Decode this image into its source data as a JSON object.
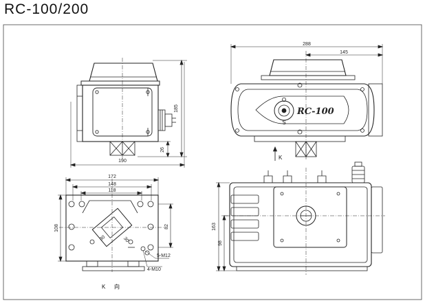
{
  "title": "RC-100/200",
  "front_view": {
    "width_dim": "190",
    "height_dim": "185",
    "base_dim": "26"
  },
  "side_view": {
    "total_dim": "288",
    "offset_dim": "145",
    "logo": "RC-100",
    "indicator_top": "O",
    "indicator_bottom": "S",
    "view_arrow": "K"
  },
  "bottom_view": {
    "dim_172": "172",
    "dim_148": "148",
    "dim_118": "118",
    "dim_108": "108",
    "dim_82": "82",
    "dim_30a": "30",
    "dim_30b": "30",
    "thread_1": "5-M12",
    "thread_2": "4-M10",
    "caption_k": "K",
    "caption_dir": "向"
  },
  "top_view": {
    "dim_163": "163",
    "dim_98": "98"
  }
}
